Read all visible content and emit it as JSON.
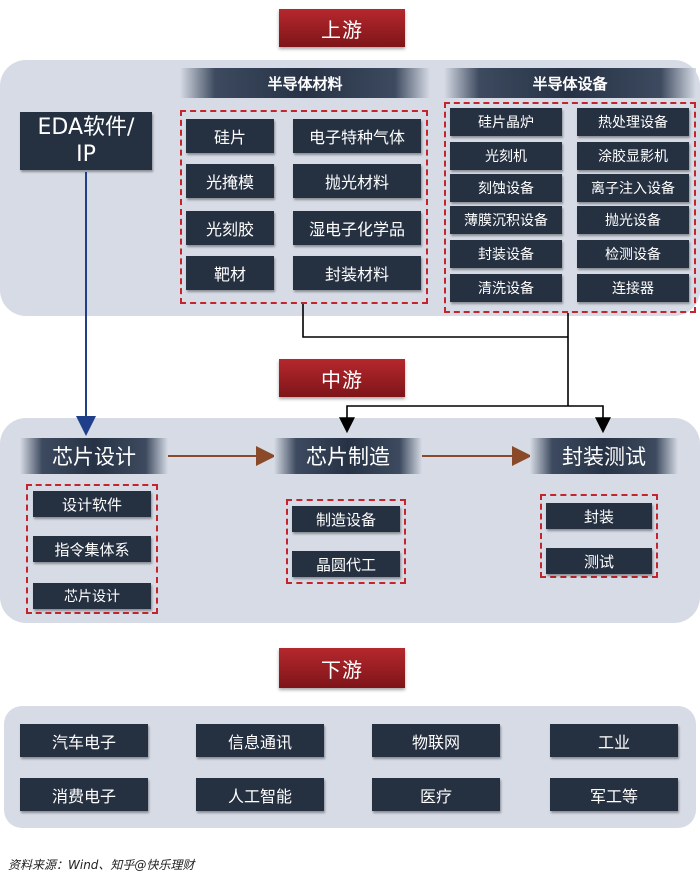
{
  "stages": {
    "upstream": "上游",
    "midstream": "中游",
    "downstream": "下游"
  },
  "upstream": {
    "eda": "EDA软件/IP",
    "materials_header": "半导体材料",
    "materials": [
      "硅片",
      "电子特种气体",
      "光掩模",
      "抛光材料",
      "光刻胶",
      "湿电子化学品",
      "靶材",
      "封装材料"
    ],
    "equipment_header": "半导体设备",
    "equipment": [
      "硅片晶炉",
      "热处理设备",
      "光刻机",
      "涂胶显影机",
      "刻蚀设备",
      "离子注入设备",
      "薄膜沉积设备",
      "抛光设备",
      "封装设备",
      "检测设备",
      "清洗设备",
      "连接器"
    ]
  },
  "midstream": {
    "design": "芯片设计",
    "manufacturing": "芯片制造",
    "packaging": "封装测试",
    "design_items": [
      "设计软件",
      "指令集体系",
      "芯片设计"
    ],
    "manufacturing_items": [
      "制造设备",
      "晶圆代工"
    ],
    "packaging_items": [
      "封装",
      "测试"
    ]
  },
  "downstream": {
    "items": [
      "汽车电子",
      "信息通讯",
      "物联网",
      "工业",
      "消费电子",
      "人工智能",
      "医疗",
      "军工等"
    ]
  },
  "source": "资料来源：Wind、知乎@快乐理财",
  "colors": {
    "node": "#253041",
    "stage": "#9c1e22",
    "panel": "#d6dbe5",
    "dash": "#c4242b",
    "arrow_brown": "#8a4a2a",
    "arrow_blue": "#1f3f8a"
  }
}
